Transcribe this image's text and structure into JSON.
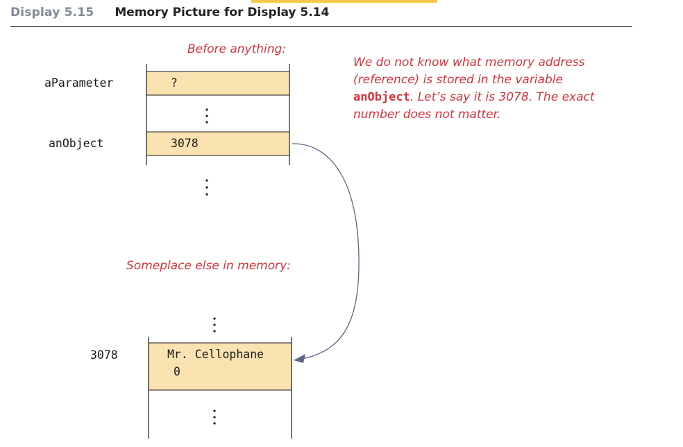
{
  "header": {
    "display_label": "Display 5.15",
    "title": "Memory Picture for Display 5.14"
  },
  "annotations": {
    "before": "Before anything:",
    "elsewhere": "Someplace else in memory:"
  },
  "note": {
    "line1": "We do not know what memory address",
    "line2": "(reference) is stored in the variable",
    "code_word": "anObject",
    "line3_rest": ". Let’s say it is 3078. The exact",
    "line4": "number does not matter."
  },
  "memory_top": {
    "rows": [
      {
        "label": "aParameter",
        "value": "?"
      },
      {
        "label": "anObject",
        "value": "3078"
      }
    ]
  },
  "memory_bottom": {
    "address": "3078",
    "name_value": "Mr. Cellophane",
    "number_value": "0"
  },
  "colors": {
    "cell_fill": "#fbe3b1",
    "annotation": "#d9323b",
    "arrow": "#5a6388",
    "header_label": "#7f8a96",
    "accent": "#f7c948"
  }
}
